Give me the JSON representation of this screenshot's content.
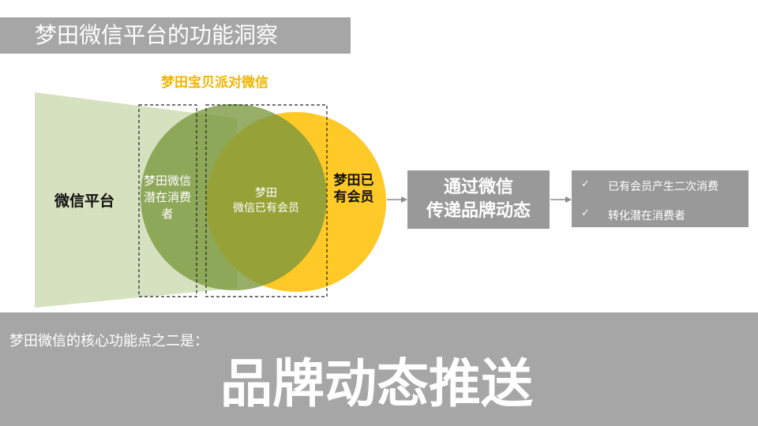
{
  "title": "梦田微信平台的功能洞察",
  "diagram": {
    "subtitle": "梦田宝贝派对微信",
    "platform_label": "微信平台",
    "potential_label": "梦田微信潜在消费者",
    "existing_label_line1": "梦田",
    "existing_label_line2": "微信已有会员",
    "members_label": "梦田已有会员",
    "middle_box": {
      "line1": "通过微信",
      "line2": "传递品牌动态"
    },
    "results": [
      {
        "icon": "check-icon",
        "text": "已有会员产生二次消费"
      },
      {
        "icon": "check-icon",
        "text": "转化潜在消费者"
      }
    ],
    "colors": {
      "platform_fill": "#d6e1bf",
      "green_circle": "#78973c",
      "yellow_circle": "#ffc928",
      "box_fill": "#999999",
      "subtitle": "#f0b400",
      "band": "#a6a6a6"
    }
  },
  "bottom": {
    "intro": "梦田微信的核心功能点之二是：",
    "main": "品牌动态推送"
  }
}
